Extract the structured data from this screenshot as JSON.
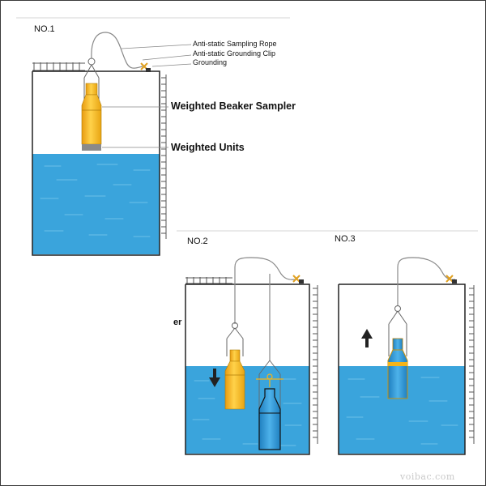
{
  "panels": {
    "no1": {
      "title": "NO.1"
    },
    "no2": {
      "title": "NO.2",
      "partial_label": "er"
    },
    "no3": {
      "title": "NO.3"
    }
  },
  "callouts": {
    "rope": "Anti-static  Sampling Rope",
    "clip": "Anti-static Grounding Clip",
    "grounding": "Grounding",
    "sampler": "Weighted Beaker Sampler",
    "units": "Weighted Units"
  },
  "watermark": "voibac.com",
  "colors": {
    "water": "#3aa4dc",
    "water_wave": "#6cbfe8",
    "sampler": "#f5b418",
    "sampler_weight": "#8a8a8a",
    "sampler_blue": "#2f8fcc",
    "tank_outline": "#222222",
    "scale": "#555555"
  },
  "arrows": {
    "no2": "down",
    "no3": "up"
  }
}
